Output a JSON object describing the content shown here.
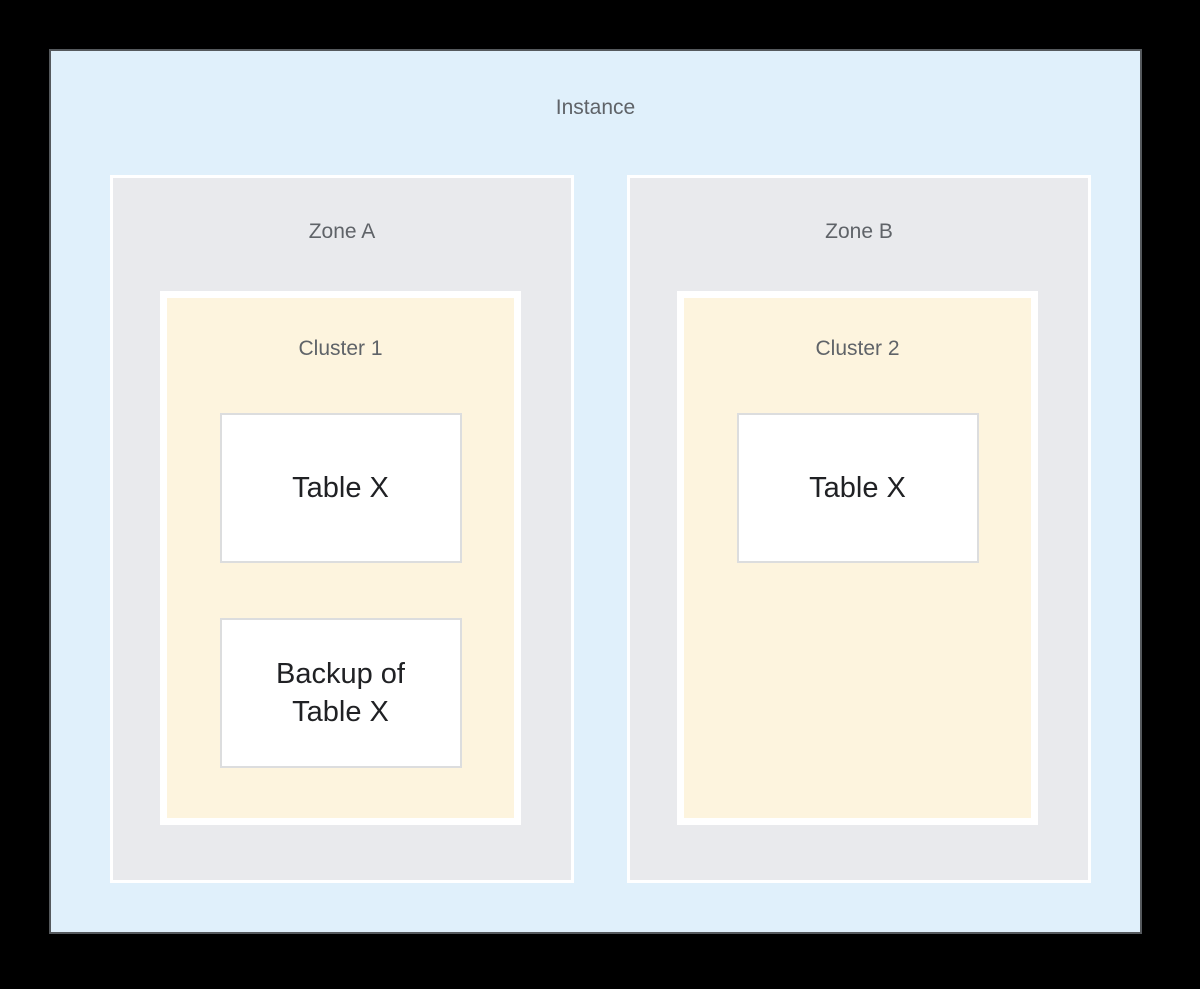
{
  "instance": {
    "label": "Instance",
    "zones": [
      {
        "label": "Zone A",
        "cluster": {
          "label": "Cluster 1",
          "tables": [
            {
              "label": "Table X"
            },
            {
              "label": "Backup of Table X"
            }
          ]
        }
      },
      {
        "label": "Zone B",
        "cluster": {
          "label": "Cluster 2",
          "tables": [
            {
              "label": "Table X"
            }
          ]
        }
      }
    ]
  },
  "colors": {
    "canvas_background": "#000000",
    "instance_fill": "#E0F0FB",
    "instance_border": "#55595D",
    "zone_fill": "#E9EAED",
    "zone_border": "#FFFFFF",
    "cluster_fill": "#FDF4DE",
    "cluster_border": "#FFFFFF",
    "table_fill": "#FFFFFF",
    "table_border": "#DCDDDE",
    "label_text": "#5F6368",
    "table_text": "#202124"
  }
}
